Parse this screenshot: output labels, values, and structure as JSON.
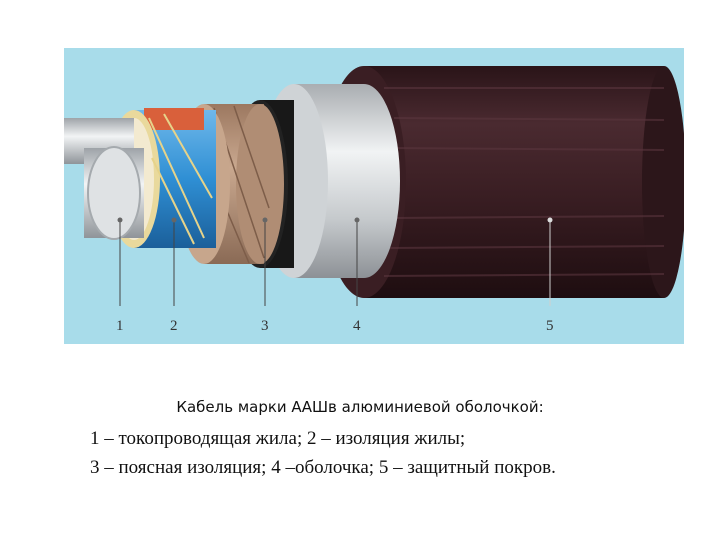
{
  "figure": {
    "background": "#a8dcea",
    "callouts": [
      "1",
      "2",
      "3",
      "4",
      "5"
    ]
  },
  "caption": {
    "title": "Кабель марки ААШв алюминиевой оболочкой:",
    "line1": "1 – токопроводящая жила; 2 – изоляция жилы;",
    "line2": "3 – поясная изоляция; 4 –оболочка; 5 – защитный покров."
  },
  "colors": {
    "sheath": "#3a1e23",
    "aluminum": "#d7dadc",
    "belt_paper": "#b8957c",
    "core_insulation": "#2f8fd4",
    "conductor": "#d9dde0"
  }
}
